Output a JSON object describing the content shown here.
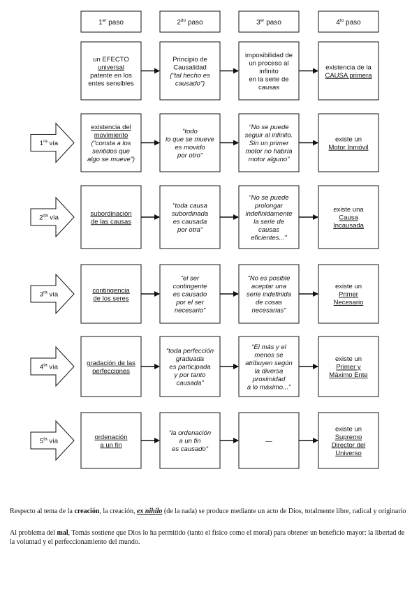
{
  "headers": [
    {
      "num": "1",
      "sup": "er",
      "word": "paso"
    },
    {
      "num": "2",
      "sup": "do",
      "word": "paso"
    },
    {
      "num": "3",
      "sup": "er",
      "word": "paso"
    },
    {
      "num": "4",
      "sup": "to",
      "word": "paso"
    }
  ],
  "rows": [
    {
      "via": null,
      "cells": [
        {
          "lines": [
            {
              "t": "un EFECTO"
            },
            {
              "t": "universal",
              "u": true
            },
            {
              "t": "patente en los"
            },
            {
              "t": "entes sensibles"
            }
          ]
        },
        {
          "lines": [
            {
              "t": "Principio de"
            },
            {
              "t": "Causalidad"
            },
            {
              "t": "(“tal hecho es",
              "i": true
            },
            {
              "t": "causado”)",
              "i": true
            }
          ]
        },
        {
          "lines": [
            {
              "t": "imposibilidad de"
            },
            {
              "t": "un proceso al"
            },
            {
              "t": "infinito"
            },
            {
              "t": "en la serie de"
            },
            {
              "t": "causas"
            }
          ]
        },
        {
          "lines": [
            {
              "t": "existencia de la"
            },
            {
              "t": "CAUSA primera",
              "u": true
            }
          ]
        }
      ]
    },
    {
      "via": {
        "num": "1",
        "sup": "ra",
        "word": "vía"
      },
      "cells": [
        {
          "lines": [
            {
              "t": "existencia del",
              "u": true
            },
            {
              "t": "movimiento",
              "u": true
            },
            {
              "t": "(“consta a los",
              "i": true
            },
            {
              "t": "sentidos que",
              "i": true
            },
            {
              "t": "algo se mueve”)",
              "i": true
            }
          ]
        },
        {
          "lines": [
            {
              "t": "“todo",
              "i": true
            },
            {
              "t": "lo que se mueve",
              "i": true
            },
            {
              "t": "es movido",
              "i": true
            },
            {
              "t": "por otro”",
              "i": true
            }
          ]
        },
        {
          "lines": [
            {
              "t": "“No se puede",
              "i": true
            },
            {
              "t": "seguir al infinito.",
              "i": true
            },
            {
              "t": "Sin un primer",
              "i": true
            },
            {
              "t": "motor no habría",
              "i": true
            },
            {
              "t": "motor alguno”",
              "i": true
            }
          ]
        },
        {
          "lines": [
            {
              "t": "existe un"
            },
            {
              "t": "Motor Inmóvil",
              "u": true
            }
          ]
        }
      ]
    },
    {
      "via": {
        "num": "2",
        "sup": "da",
        "word": "vía"
      },
      "cells": [
        {
          "lines": [
            {
              "t": "subordinación",
              "u": true
            },
            {
              "t": "de las causas",
              "u": true
            }
          ]
        },
        {
          "lines": [
            {
              "t": "“toda causa",
              "i": true
            },
            {
              "t": "subordinada",
              "i": true
            },
            {
              "t": "es causada",
              "i": true
            },
            {
              "t": "por otra”",
              "i": true
            }
          ]
        },
        {
          "lines": [
            {
              "t": "“No se puede",
              "i": true
            },
            {
              "t": "prolongar",
              "i": true
            },
            {
              "t": "indefinidamente",
              "i": true
            },
            {
              "t": "la serie de",
              "i": true
            },
            {
              "t": "causas",
              "i": true
            },
            {
              "t": "eficientes...”",
              "i": true
            }
          ]
        },
        {
          "lines": [
            {
              "t": "existe una"
            },
            {
              "t": "Causa",
              "u": true
            },
            {
              "t": "Incausada",
              "u": true
            }
          ]
        }
      ]
    },
    {
      "via": {
        "num": "3",
        "sup": "ra",
        "word": "vía"
      },
      "cells": [
        {
          "lines": [
            {
              "t": "contingencia",
              "u": true
            },
            {
              "t": "de los seres",
              "u": true
            }
          ]
        },
        {
          "lines": [
            {
              "t": "“el ser",
              "i": true
            },
            {
              "t": "contingente",
              "i": true
            },
            {
              "t": "es causado",
              "i": true
            },
            {
              "t": "por el ser",
              "i": true
            },
            {
              "t": "necesario”",
              "i": true
            }
          ]
        },
        {
          "lines": [
            {
              "t": "“No es posible",
              "i": true
            },
            {
              "t": "aceptar una",
              "i": true
            },
            {
              "t": "serie indefinida",
              "i": true
            },
            {
              "t": "de cosas",
              "i": true
            },
            {
              "t": "necesarias”",
              "i": true
            }
          ]
        },
        {
          "lines": [
            {
              "t": "existe un"
            },
            {
              "t": "Primer",
              "u": true
            },
            {
              "t": "Necesario",
              "u": true
            }
          ]
        }
      ]
    },
    {
      "via": {
        "num": "4",
        "sup": "ta",
        "word": "vía"
      },
      "cells": [
        {
          "lines": [
            {
              "t": "gradación de las",
              "u": true
            },
            {
              "t": "perfecciones",
              "u": true
            }
          ]
        },
        {
          "lines": [
            {
              "t": "“toda perfección",
              "i": true
            },
            {
              "t": "graduada",
              "i": true
            },
            {
              "t": "es participada",
              "i": true
            },
            {
              "t": "y por tanto",
              "i": true
            },
            {
              "t": "causada”",
              "i": true
            }
          ]
        },
        {
          "lines": [
            {
              "t": "“El más y el",
              "i": true
            },
            {
              "t": "menos se",
              "i": true
            },
            {
              "t": "atribuyen según",
              "i": true
            },
            {
              "t": "la diversa",
              "i": true
            },
            {
              "t": "proximidad",
              "i": true
            },
            {
              "t": "a lo máximo...”",
              "i": true
            }
          ]
        },
        {
          "lines": [
            {
              "t": "existe un"
            },
            {
              "t": "Primer y",
              "u": true
            },
            {
              "t": "Máximo Ente",
              "u": true
            }
          ]
        }
      ]
    },
    {
      "via": {
        "num": "5",
        "sup": "ta",
        "word": "vía"
      },
      "cells": [
        {
          "lines": [
            {
              "t": "ordenación",
              "u": true
            },
            {
              "t": "a un fin",
              "u": true
            }
          ]
        },
        {
          "lines": [
            {
              "t": "“la ordenación",
              "i": true
            },
            {
              "t": "a un fin",
              "i": true
            },
            {
              "t": "es causado”",
              "i": true
            }
          ]
        },
        {
          "lines": [
            {
              "t": "—"
            }
          ]
        },
        {
          "lines": [
            {
              "t": "existe un"
            },
            {
              "t": "Supremo",
              "u": true
            },
            {
              "t": "Director del",
              "u": true
            },
            {
              "t": "Universo",
              "u": true
            }
          ]
        }
      ]
    }
  ],
  "footer": {
    "p1_a": "Respecto al tema de la ",
    "p1_b": "creación",
    "p1_c": ", la creación, ",
    "p1_d": "ex nihilo",
    "p1_e": " (de la nada) se produce mediante un acto de Dios, totalmente libre, radical y originario",
    "p2_a": "Al problema del ",
    "p2_b": "mal",
    "p2_c": ", Tomás sostiene que Dios lo ha permitido (tanto el físico como el moral) para obtener un beneficio mayor: la libertad de la voluntad y el perfeccionamiento del mundo."
  }
}
